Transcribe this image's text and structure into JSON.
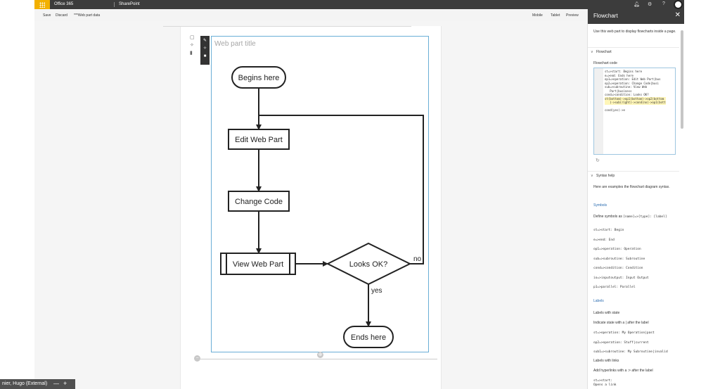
{
  "suite_bar": {
    "app_name": "Office 365",
    "site_name": "SharePoint",
    "icons": [
      "bell-icon",
      "gear-icon",
      "help-icon"
    ],
    "help_glyph": "?",
    "colors": {
      "bar": "#3c3c3c",
      "waffle": "#f2b000"
    }
  },
  "command_bar": {
    "save": "Save",
    "discard": "Discard",
    "status": "***Web part data",
    "mobile": "Mobile",
    "tablet": "Tablet",
    "preview": "Preview"
  },
  "webpart": {
    "title_placeholder": "Web part title",
    "toolbar_icons": [
      "edit-icon",
      "move-icon",
      "delete-icon"
    ],
    "left_tools": [
      "comment-icon",
      "move-icon",
      "delete-icon"
    ]
  },
  "flowchart": {
    "start": "Begins here",
    "op1": "Edit Web Part",
    "op2": "Change Code",
    "sub": "View Web Part",
    "cond": "Looks OK?",
    "end": "Ends here",
    "yes_label": "yes",
    "no_label": "no"
  },
  "panel": {
    "title": "Flowchart",
    "close_glyph": "✕",
    "description": "Use this web part to display flowcharts inside a page.",
    "section_flowchart": "Flowchart",
    "code_label": "Flowchart code",
    "code_lines": [
      "st=>start: Begins here",
      "e=>end: Ends here",
      "op1=>operation: Edit Web Part|bus",
      "op2=>operation: Change Code|busi",
      "sub=>subroutine: View Web",
      "   Part|business",
      "cond=>condition: Looks OK?",
      "st(bottom)->op1(bottom)->op2(bottom",
      "   )->sub(right)->cond(no)->op1(bott",
      "",
      "cond(yes)->e"
    ],
    "section_syntax": "Syntax help",
    "syntax_intro": "Here are examples the flowchart diagram syntax.",
    "symbols_heading": "Symbols",
    "define_text": "Define symbols as",
    "define_code": "[name]=>[type]: [label]",
    "symbols": [
      "st=>start: Begin",
      "e=>end: End",
      "op1=>operation: Operation",
      "sub=>subroutine: Subroutine",
      "cond=>condition: Condition",
      "io=>inputoutput: Input Output",
      "p1=>parallel: Parallel"
    ],
    "labels_heading": "Labels",
    "labels_state_title": "Labels with state",
    "labels_state_text": "Indicate state with a | after the label",
    "label_examples": [
      "st=>operation: My Operation|past",
      "op2=>operation: Stuff|current",
      "sub1=>subroutine: My Subroutine|invalid"
    ],
    "labels_links_title": "Labels with links",
    "labels_links_text": "Add hyperlinks with a :> after the label",
    "link_example_1": "st=>start:",
    "link_example_2": "   Opens a link"
  },
  "presenter": {
    "name": "nier, Hugo (External)",
    "minimize": "—",
    "add": "+"
  }
}
